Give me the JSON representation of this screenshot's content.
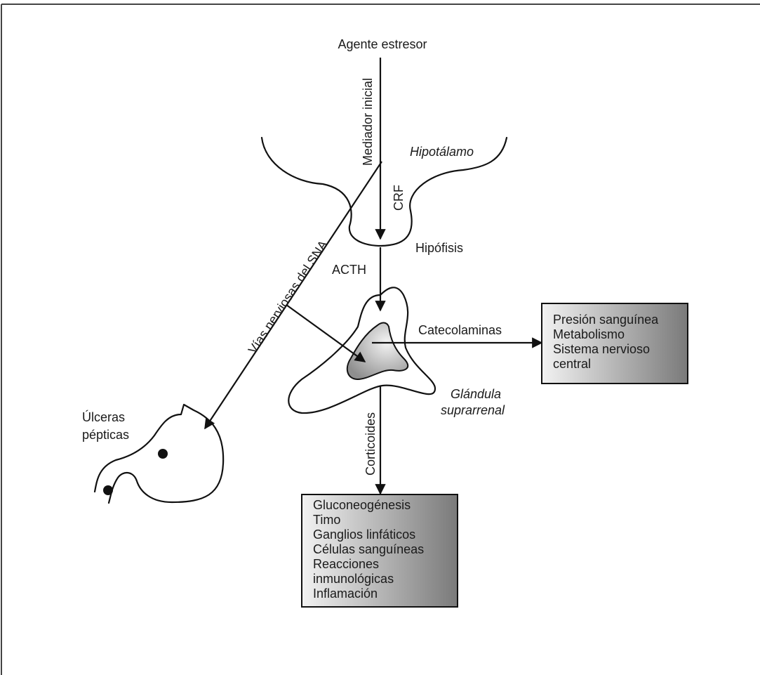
{
  "labels": {
    "stressor": "Agente estresor",
    "initial_mediator": "Mediador inicial",
    "hypothalamus": "Hipotálamo",
    "crf": "CRF",
    "pituitary": "Hipófisis",
    "acth": "ACTH",
    "ans_pathways": "Vías nerviosas del SNA",
    "catecholamines": "Catecolaminas",
    "adrenal_line1": "Glándula",
    "adrenal_line2": "suprarrenal",
    "peptic_line1": "Úlceras",
    "peptic_line2": "pépticas",
    "corticoids": "Corticoides"
  },
  "catecholamine_effects": [
    "Presión sanguínea",
    "Metabolismo",
    "Sistema nervioso",
    "central"
  ],
  "corticoid_effects": [
    "Gluconeogénesis",
    "Timo",
    "Ganglios linfáticos",
    "Células sanguíneas",
    "Reacciones",
    "inmunológicas",
    "Inflamación"
  ],
  "colors": {
    "box_gradient_light": "#f2f2f2",
    "box_gradient_dark": "#7a7a7a",
    "medulla_light": "#f4f4f4",
    "medulla_dark": "#8f8f8f",
    "line": "#111111"
  }
}
